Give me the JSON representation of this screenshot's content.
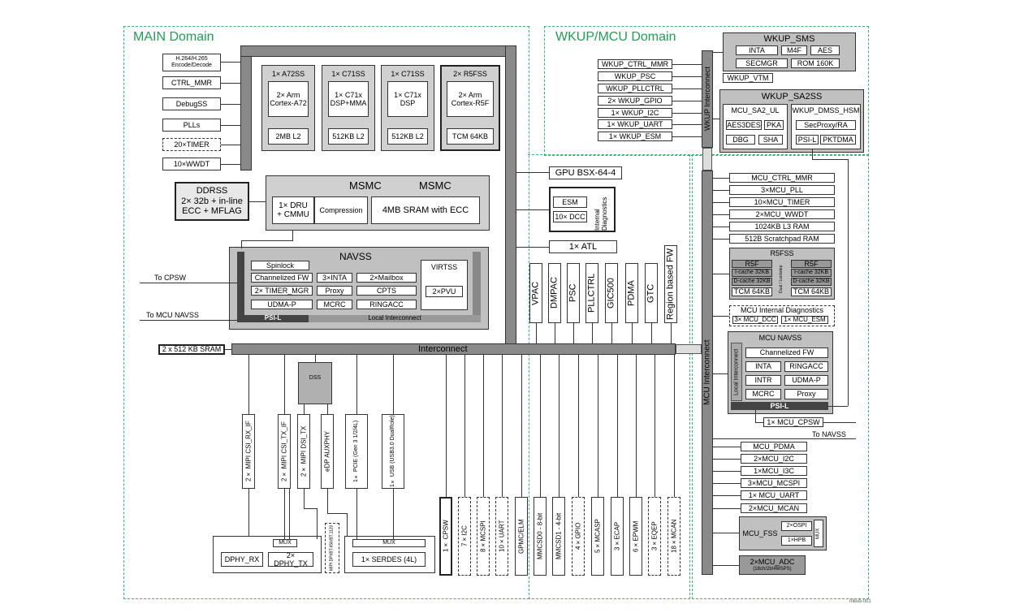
{
  "main_domain": {
    "title": "MAIN Domain",
    "left_blocks": [
      "H.264/H.265 Encode/Decode",
      "CTRL_MMR",
      "DebugSS",
      "PLLs",
      "20×TIMER",
      "10×WWDT"
    ],
    "cores": [
      {
        "title": "1× A72SS",
        "core": "2× Arm Cortex-A72",
        "mem": "2MB L2"
      },
      {
        "title": "1× C71SS",
        "core": "1× C71x DSP+MMA",
        "mem": "512KB L2"
      },
      {
        "title": "1× C71SS",
        "core": "1× C71x DSP",
        "mem": "512KB L2"
      },
      {
        "title": "2× R5FSS",
        "core": "2× Arm Cortex-R5F",
        "mem": "TCM 64KB"
      }
    ],
    "ddrss": "DDRSS 2× 32b + in-line ECC + MFLAG",
    "msmc": {
      "label1": "MSMC",
      "label2": "MSMC",
      "dru": "1× DRU + CMMU",
      "compression": "Compression",
      "sram": "4MB SRAM with ECC"
    },
    "gpu": "GPU BSX-64-4",
    "internal_diag": {
      "esm": "ESM",
      "dcc": "10× DCC",
      "label": "Internal Diagnostics"
    },
    "atl": "1× ATL",
    "navss": {
      "title": "NAVSS",
      "spinlock": "Spinlock",
      "chfw": "Channelized FW",
      "timer_mgr": "2× TIMER_MGR",
      "udmap": "UDMA-P",
      "inta": "3×INTA",
      "proxy": "Proxy",
      "mcrc": "MCRC",
      "mailbox": "2×Mailbox",
      "cpts": "CPTS",
      "ringacc": "RINGACC",
      "virtss": "VIRTSS",
      "pvu": "2×PVU",
      "psil": "PSI-L",
      "local_ic": "Local Interconnect"
    },
    "to_cpsw": "To CPSW",
    "to_mcu_navss": "To MCU NAVSS",
    "vert_blocks": [
      "VPAC",
      "DMPAC",
      "PSC",
      "PLLCTRL",
      "GIC500",
      "PDMA",
      "GTC",
      "Region based FW"
    ],
    "sram": "2 x 512 KB SRAM",
    "interconnect": "Interconnect",
    "dss": "DSS",
    "io_blocks": [
      "2× MIPI CSI_RX_IF",
      "2× MIPI CSI_TX_IF",
      "2× MIPI DSI_TX",
      "eDP AUXPHY",
      "1× PCIE (Gen 3 1/2/4L)",
      "1× USB (USB3.0 DualRole)"
    ],
    "bottom_periph": [
      "1× CPSW",
      "7×I2C",
      "8×MCSPI",
      "10×UART",
      "GPMC/ELM",
      "MMCSD0 - 8-bit",
      "MMCSD1 - 4-bit",
      "4×GPIO",
      "5×MCASP",
      "3×ECAP",
      "6×EPWM",
      "3×EQEP",
      "18×MCAN"
    ],
    "phy": {
      "mux1": "MUX",
      "dphy_rx": "DPHY_RX",
      "dphy_tx": "2× DPHY_TX",
      "mipi": "MIPI DPI/BT.656/BT.1120",
      "mux2": "MUX",
      "serdes": "1× SERDES (4L)"
    }
  },
  "wkup_domain": {
    "title": "WKUP/MCU Domain",
    "left_list": [
      "WKUP_CTRL_MMR",
      "WKUP_PSC",
      "WKUP_PLLCTRL",
      "2× WKUP_GPIO",
      "1× WKUP_I2C",
      "1× WKUP_UART",
      "1× WKUP_ESM"
    ],
    "wkup_ic": "WKUP Interconnect",
    "sms": {
      "title": "WKUP_SMS",
      "items": [
        "INTA",
        "M4F",
        "AES",
        "SECMGR",
        "ROM 160K"
      ]
    },
    "vtm": "WKUP_VTM",
    "sa2ss": {
      "title": "WKUP_SA2SS",
      "ul": "MCU_SA2_UL",
      "hsm": "WKUP_DMSS_HSM",
      "aes3des": "AES3DES",
      "pka": "PKA",
      "dbg": "DBG",
      "sha": "SHA",
      "secproxy": "SecProxy/RA",
      "psil": "PSI-L",
      "pktdma": "PKTDMA"
    },
    "mcu_list": [
      "MCU_CTRL_MMR",
      "3×MCU_PLL",
      "10×MCU_TIMER",
      "2×MCU_WWDT",
      "1024KB L3 RAM",
      "512B Scratchpad RAM"
    ],
    "r5fss": {
      "title": "R5FSS",
      "r5f": "R5F",
      "icache": "I-cache 32KB",
      "dcache": "D-cache 32KB",
      "tcm": "TCM 64KB",
      "dual": "Dual / Lockstep"
    },
    "mcu_diag": {
      "title": "MCU Internal Diagnostics",
      "dcc": "3× MCU_DCC",
      "esm": "1× MCU_ESM"
    },
    "mcu_ic": "MCU Interconnect",
    "mcu_navss": {
      "title": "MCU NAVSS",
      "chfw": "Channelized FW",
      "inta": "INTA",
      "ringacc": "RINGACC",
      "intr": "INTR",
      "udmap": "UDMA-P",
      "mcrc": "MCRC",
      "proxy": "Proxy",
      "psil": "PSI-L",
      "local_ic": "Local Interconnect"
    },
    "cpsw": "1× MCU_CPSW",
    "to_navss": "To NAVSS",
    "periph": [
      "MCU_PDMA",
      "2×MCU_I2C",
      "1×MCU_I3C",
      "3×MCU_MCSPI",
      "1× MCU_UART",
      "2×MCU_MCAN"
    ],
    "fss": {
      "label": "MCU_FSS",
      "ospi": "2×OSPI",
      "hpb": "1×HPB",
      "mux": "MUX"
    },
    "adc": {
      "label": "2×MCU_ADC",
      "sub": "(18ch/2b/4MSPS)"
    }
  },
  "footer_id": "mkub-001"
}
